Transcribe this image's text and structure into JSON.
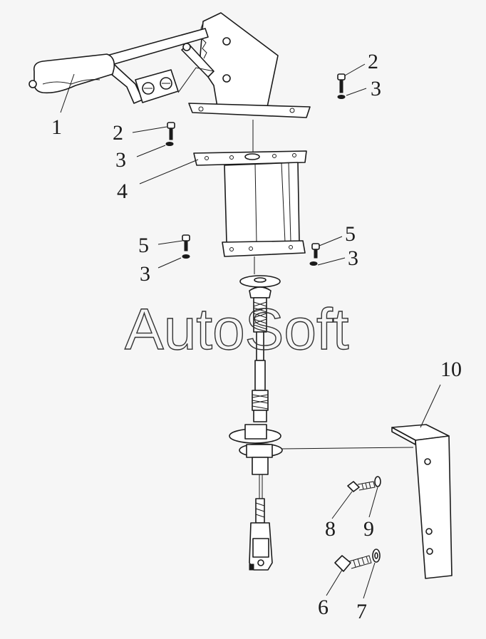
{
  "callouts": {
    "p1": "1",
    "p2a": "2",
    "p3a": "3",
    "p2b": "2",
    "p3b": "3",
    "p4": "4",
    "p5a": "5",
    "p3c": "3",
    "p5b": "5",
    "p3d": "3",
    "p10": "10",
    "p8": "8",
    "p9": "9",
    "p6": "6",
    "p7": "7"
  },
  "watermark": "AutoSoft",
  "colors": {
    "line": "#1b1b1b",
    "background": "#f6f6f6",
    "part_fill": "#ffffff"
  }
}
